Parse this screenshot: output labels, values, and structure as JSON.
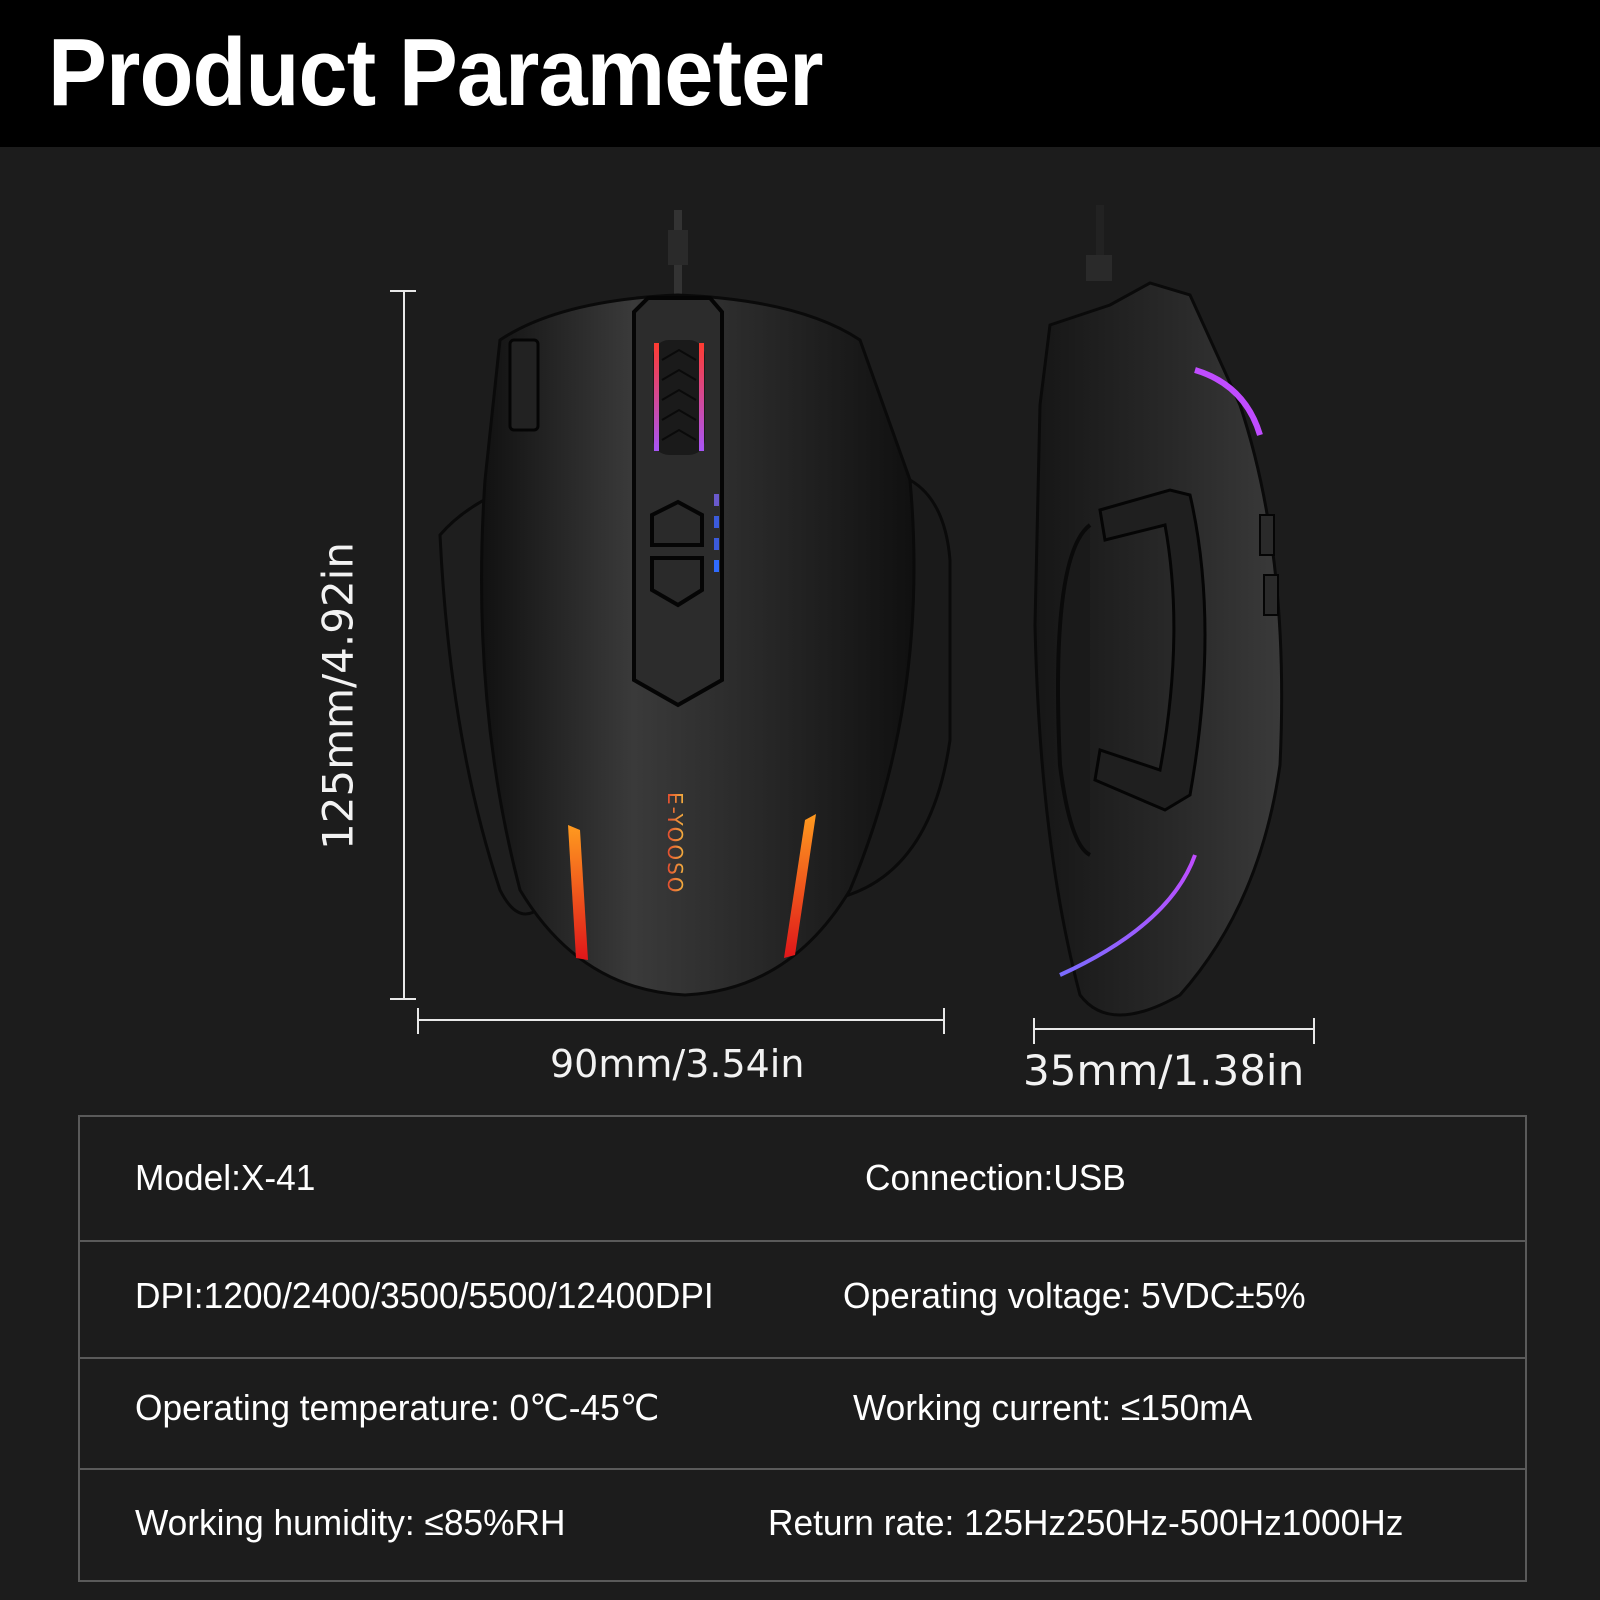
{
  "header": {
    "title": "Product Parameter"
  },
  "product": {
    "brand_logo": "E-YOOSO",
    "views": [
      "top-view",
      "side-view"
    ],
    "colors": {
      "scroll_glow_top": "#ff3b30",
      "scroll_glow_bottom": "#a855f7",
      "dpi_led": "#3b5bdb",
      "side_strip_top": "#ff8c1a",
      "side_strip_bottom": "#e01e1e",
      "side_glow": "#b54cff"
    }
  },
  "dimensions": {
    "length": "125mm/4.92in",
    "width": "90mm/3.54in",
    "height": "35mm/1.38in"
  },
  "specs": {
    "rows": [
      {
        "left": "Model:X-41",
        "right": "Connection:USB"
      },
      {
        "left": "DPI:1200/2400/3500/5500/12400DPI",
        "right": "Operating voltage: 5VDC±5%"
      },
      {
        "left": "Operating temperature: 0℃-45℃",
        "right": "Working current: ≤150mA"
      },
      {
        "left": "Working humidity: ≤85%RH",
        "right": "Return rate: 125Hz250Hz-500Hz1000Hz"
      }
    ]
  }
}
